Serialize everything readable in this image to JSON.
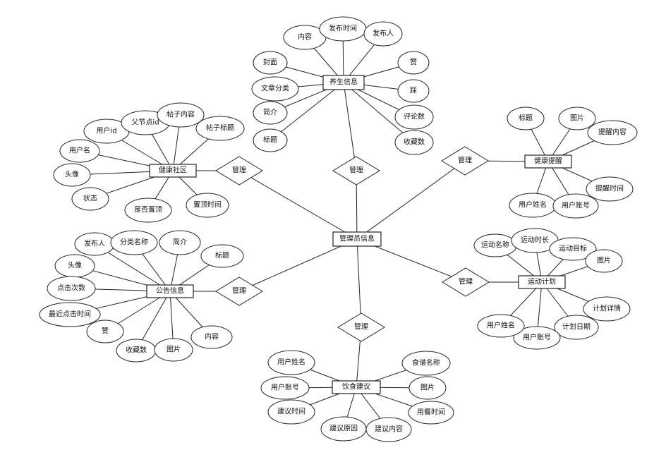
{
  "center": {
    "label": "管理员信息"
  },
  "entities": [
    {
      "id": "yangsheng",
      "label": "养生信息",
      "relation": "管理",
      "attributes": [
        "内容",
        "发布时间",
        "发布人",
        "封面",
        "文章分类",
        "简介",
        "标题",
        "赞",
        "踩",
        "评论数",
        "收藏数"
      ]
    },
    {
      "id": "shequ",
      "label": "健康社区",
      "relation": "管理",
      "attributes": [
        "用户id",
        "父节点id",
        "帖子内容",
        "帖子标题",
        "用户名",
        "头像",
        "状态",
        "是否置顶",
        "置顶时间"
      ]
    },
    {
      "id": "tixing",
      "label": "健康提醒",
      "relation": "管理",
      "attributes": [
        "标题",
        "图片",
        "提醒内容",
        "提醒时间",
        "用户姓名",
        "用户账号"
      ]
    },
    {
      "id": "gonggao",
      "label": "公告信息",
      "relation": "管理",
      "attributes": [
        "发布人",
        "分类名称",
        "简介",
        "标题",
        "头像",
        "点击次数",
        "最近点击时间",
        "赞",
        "收藏数",
        "图片",
        "内容"
      ]
    },
    {
      "id": "yundong",
      "label": "运动计划",
      "relation": "管理",
      "attributes": [
        "运动名称",
        "运动时长",
        "运动目标",
        "图片",
        "计划详情",
        "计划日期",
        "用户账号",
        "用户姓名"
      ]
    },
    {
      "id": "yinshi",
      "label": "饮食建议",
      "relation": "管理",
      "attributes": [
        "用户姓名",
        "用户账号",
        "建议时间",
        "建议原因",
        "建议内容",
        "食谱名称",
        "图片",
        "用餐时间"
      ]
    }
  ]
}
